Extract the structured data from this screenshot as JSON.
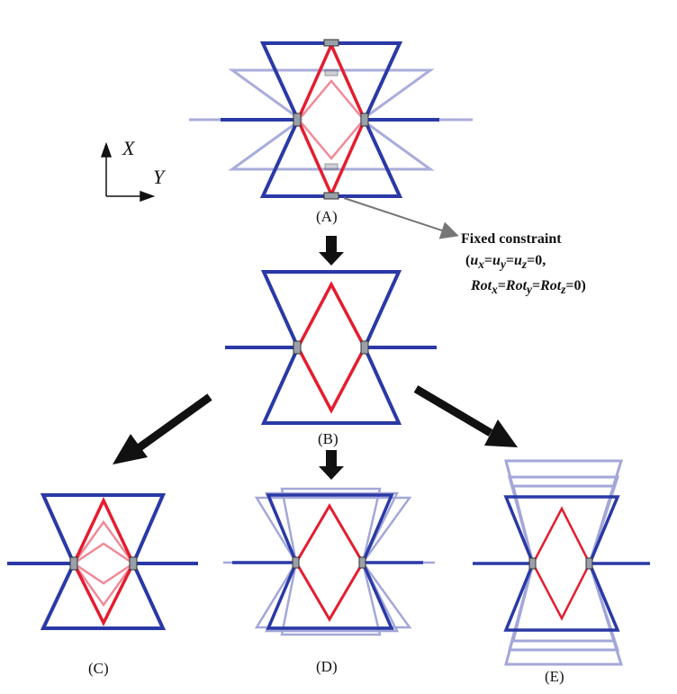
{
  "labels": {
    "a": "(A)",
    "b": "(B)",
    "c": "(C)",
    "d": "(D)",
    "e": "(E)"
  },
  "axes": {
    "x": "X",
    "y": "Y"
  },
  "annotation": {
    "title": "Fixed constraint",
    "line1": {
      "open": "(",
      "u": "u",
      "sx": "x",
      "sy": "y",
      "sz": "z",
      "tail": "=0,"
    },
    "line2": {
      "rot": "Rot",
      "sx": "x",
      "sy": "y",
      "sz": "z",
      "tail": "=0)"
    }
  },
  "colors": {
    "frame": "#2a39a6",
    "frame_faded": "#8d92cf",
    "diamond": "#e41d2f",
    "diamond_faded": "#f08a98",
    "arrow": "#111111"
  }
}
